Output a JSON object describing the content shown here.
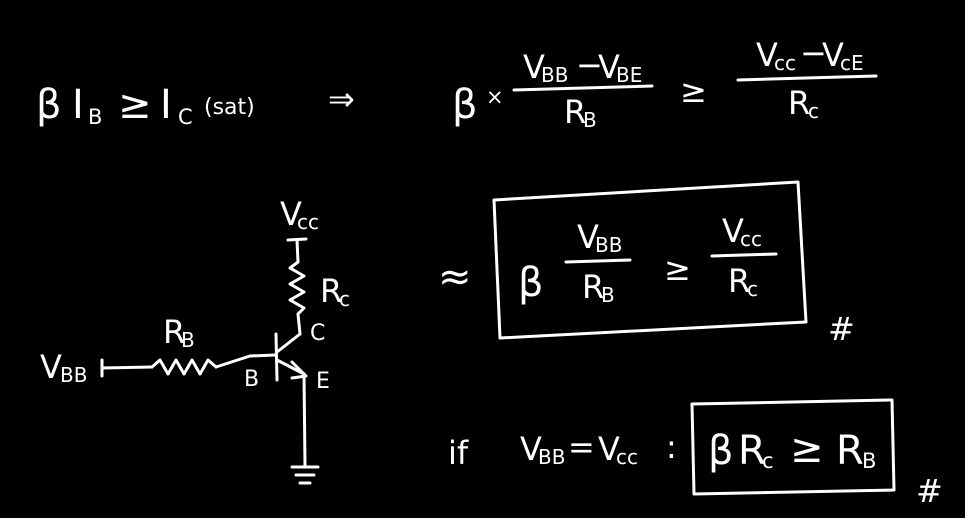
{
  "colors": {
    "background": "#000000",
    "ink": "#ffffff"
  },
  "condition": {
    "beta": "β",
    "ib_main": "I",
    "ib_sub": "B",
    "geq": "≥",
    "ic_main": "I",
    "ic_sub": "C",
    "sat": "(sat)",
    "implies": "⇒"
  },
  "expansion": {
    "beta": "β",
    "times": "×",
    "num1": {
      "v1": "V",
      "v1_sub": "BB",
      "minus": "−",
      "v2": "V",
      "v2_sub": "BE"
    },
    "den1": {
      "r": "R",
      "r_sub": "B"
    },
    "geq": "≥",
    "num2": {
      "v1": "V",
      "v1_sub": "cc",
      "minus": "−",
      "v2": "V",
      "v2_sub": "cE"
    },
    "den2": {
      "r": "R",
      "r_sub": "c"
    }
  },
  "circuit": {
    "vcc_main": "V",
    "vcc_sub": "cc",
    "rc_main": "R",
    "rc_sub": "c",
    "c_label": "C",
    "rb_main": "R",
    "rb_sub": "B",
    "vbb_main": "V",
    "vbb_sub": "BB",
    "b_label": "B",
    "e_label": "E"
  },
  "approximation": {
    "approx": "≈",
    "beta": "β",
    "num1": {
      "v": "V",
      "v_sub": "BB"
    },
    "den1": {
      "r": "R",
      "r_sub": "B"
    },
    "geq": "≥",
    "num2": {
      "v": "V",
      "v_sub": "cc"
    },
    "den2": {
      "r": "R",
      "r_sub": "c"
    },
    "end_mark": "#"
  },
  "special_case": {
    "if": "if",
    "lhs_main": "V",
    "lhs_sub": "BB",
    "eq": "=",
    "rhs_main": "V",
    "rhs_sub": "cc",
    "colon": ":",
    "result": {
      "beta": "β",
      "rc_main": "R",
      "rc_sub": "c",
      "geq": "≥",
      "rb_main": "R",
      "rb_sub": "B"
    },
    "end_mark": "#"
  }
}
